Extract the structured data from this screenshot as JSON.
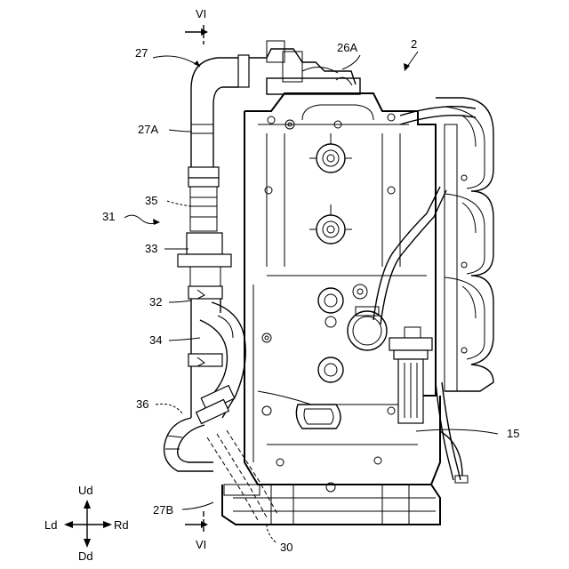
{
  "figure": {
    "labels": {
      "section_top": "VI",
      "section_bottom": "VI",
      "hose_27": "27",
      "part_26A": "26A",
      "engine_2": "2",
      "hose_27A": "27A",
      "part_35": "35",
      "assembly_31": "31",
      "part_33": "33",
      "part_32": "32",
      "part_34": "34",
      "part_36": "36",
      "part_15": "15",
      "hose_27B": "27B",
      "part_30": "30"
    },
    "direction_indicator": {
      "up": "Ud",
      "down": "Dd",
      "left": "Ld",
      "right": "Rd"
    }
  }
}
